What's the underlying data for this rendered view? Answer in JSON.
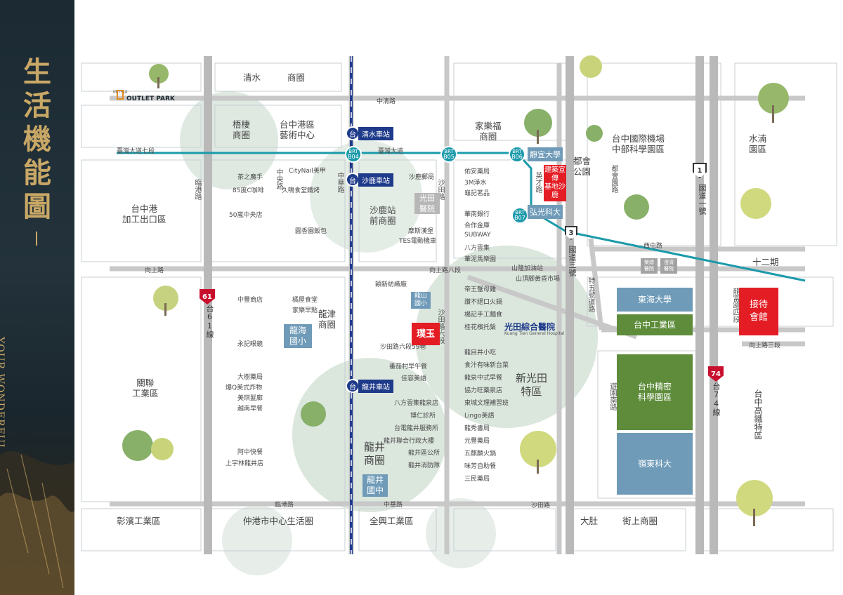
{
  "sidebar": {
    "title_chars": [
      "生",
      "活",
      "機",
      "能",
      "圖"
    ],
    "subtitle": "YOUR WONDERFUL LIFE"
  },
  "logo": {
    "brand_top": "MITSUI",
    "brand_main": "OUTLET PARK"
  },
  "colors": {
    "road": "#c8c8c8",
    "mrt": "#1e3a8a",
    "brt": "#1b9aaa",
    "red": "#e41d25",
    "blue_poi": "#6f9bb8",
    "green_poi": "#5e8c3b",
    "highway": "#b9b9b9"
  },
  "areas": {
    "qingshui": "清水",
    "commercial": "商圈",
    "wuqi": [
      "梧棲",
      "商圈"
    ],
    "art_center": [
      "台中港區",
      "藝術中心"
    ],
    "carrefour": [
      "家樂福",
      "商圈"
    ],
    "airport_park": [
      "台中國際機場",
      "中部科學園區"
    ],
    "shuinan": [
      "水湳",
      "園區"
    ],
    "metro_park": [
      "都會",
      "公園"
    ],
    "taichung_port_epz": [
      "台中港",
      "加工出口區"
    ],
    "shalu_station_biz": [
      "沙鹿站",
      "前商圈"
    ],
    "guanlian": [
      "關聯",
      "工業區"
    ],
    "xinguangtian": [
      "新光田",
      "特區"
    ],
    "longjin_biz": [
      "龍井",
      "商圈"
    ],
    "longjin_biz2": [
      "龍津",
      "商圈"
    ],
    "zhangbin": "彰濱工業區",
    "zhonggang_center": "仲港市中心生活圈",
    "quanxing": "全興工業區",
    "dadu": "大肚",
    "jieshang": "街上商圈",
    "shierqi": "十二期"
  },
  "roads": {
    "zhongqing": "中清路",
    "taiwan_blvd": "臺灣大道",
    "taiwan_blvd7": "臺灣大道七段",
    "xiangshang": "向上路",
    "xiangshang8": "向上路八段",
    "xiangshang3": "向上路三段",
    "shatian": "沙田路",
    "shatian6": "沙田路六段",
    "shatian_lane": "沙田路六段59巷",
    "linggang": "臨港路",
    "zhonghua": "中華路",
    "xitun": "西屯路",
    "zhongyang": "中央路",
    "zhonghua_v": "中華路",
    "shatian_v": "沙田路",
    "lingang_v": "臨港路",
    "tezhong": "特五號道路",
    "longjin_v": "龍富路四段",
    "yiyuan_s": "遊園南路",
    "douhui_v": "都會園路",
    "yingwen": "英才路",
    "highway3": "國道三號",
    "highway1": "國道一號",
    "tai61": "台61線",
    "tai74": "台74線",
    "rail": "台中高鐵特區"
  },
  "stations": {
    "qingshui": "清水車站",
    "shalu": "沙鹿車站",
    "longjin": "龍井車站",
    "rail_icon": "台"
  },
  "brt": {
    "b04": "B04",
    "b05": "B05",
    "b06": "B06",
    "b07": "B07",
    "prefix": "BRT"
  },
  "shields": {
    "s61": "61",
    "s3": "3",
    "s1": "1",
    "s74": "74"
  },
  "pois": {
    "jingyi": "靜宜大學",
    "hongguang": "弘光科大",
    "guangtian": [
      "光田",
      "醫院"
    ],
    "longhai": [
      "龍海",
      "國小"
    ],
    "longjin_school": [
      "龍井",
      "國中"
    ],
    "longshan": [
      "龍山",
      "國小"
    ],
    "tunghai": "東海大學",
    "tc_ind": "台中工業區",
    "tc_sci": [
      "台中精密",
      "科學園區"
    ],
    "lingtung": "嶺東科大",
    "reception": [
      "接待",
      "會館"
    ],
    "jiandu": [
      "建築",
      "宣傳",
      "基地",
      "沙鹿"
    ],
    "project": "璞玉",
    "ganhua": [
      "榮總",
      "醫院"
    ],
    "wanfang": [
      "澄清",
      "醫院"
    ],
    "hospital": "光田綜合醫院",
    "hospital_sub": "Kuang Tien General Hospital",
    "shanglong": "山隆加油站",
    "shanding": "山頂腳黃昏市場"
  },
  "lists": {
    "west_a": [
      "茶之魔手",
      "85度C咖啡",
      "50嵐中央店"
    ],
    "mid_a": [
      "CityNail美甲",
      "久鳴食堂鐵烤",
      "圓香園飯包"
    ],
    "east_a": [
      "佑安藥局",
      "3M淨水",
      "龜記茗品",
      "",
      "華南銀行",
      "合作金庫",
      "SUBWAY",
      "八方雲集",
      "華泥馬樂園"
    ],
    "shalu_post": "沙鹿郵局",
    "moss": "摩斯漢堡",
    "tes": "TES電動機車",
    "west_b": [
      "中豐商店",
      "永記眼鏡",
      "大樹藥局",
      "爆Q美式炸物",
      "美琪髮廊",
      "越南早餐",
      "阿中快餐",
      "上宇林龍井店"
    ],
    "mid_b": [
      "橘屋食堂",
      "家樂早點"
    ],
    "east_b": [
      "帝王蟹母雞",
      "讚不絕口火鍋",
      "楊記手工麵食",
      "桂花檳托槃",
      "龍目井小吃",
      "食汁有味新台菜",
      "龍泉中式早餐",
      "協力旺藥泉店",
      "東城文理補習班",
      "Lingo美語",
      "龍秀書局",
      "元豐藥局",
      "五麒麟火鍋",
      "味芳自助餐",
      "三民藥局"
    ],
    "mid_c": [
      "番茄村早午餐",
      "佳容美語",
      "八方雲集龍泉店",
      "博仁診所",
      "台電龍井服務所",
      "龍井聯合行政大樓",
      "龍井區公所",
      "龍井消防隊"
    ],
    "yingge": "穎新紡織廠"
  }
}
